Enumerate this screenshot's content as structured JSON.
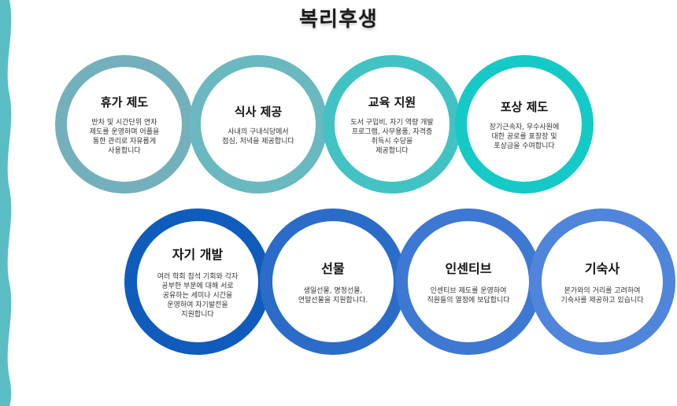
{
  "page": {
    "title": "복리후생"
  },
  "colors": {
    "wave": "#5bbdc4",
    "row1": [
      "#74b0bc",
      "#6ab8c0",
      "#43c2c4",
      "#15c9c6"
    ],
    "row2": [
      "#0f5cbd",
      "#2a6cc8",
      "#3d78d2",
      "#4f85da"
    ]
  },
  "benefits": [
    {
      "title": "휴가 제도",
      "lines": [
        "반차 및 시간단위 연차",
        "제도를 운영하며 어플을",
        "통한 관리로 자유롭게",
        "사용합니다"
      ]
    },
    {
      "title": "식사 제공",
      "lines": [
        "사내의 구내식당에서",
        "점심, 저녁을 제공합니다"
      ]
    },
    {
      "title": "교육 지원",
      "lines": [
        "도서 구입비, 자기 역량 개발",
        "프로그램, 사무용품, 자격증",
        "취득시 수당을",
        "제공합니다"
      ]
    },
    {
      "title": "포상 제도",
      "lines": [
        "장기근속자, 우수사원에",
        "대한 공로를 표창장 및",
        "포상금을 수여합니다"
      ]
    },
    {
      "title": "자기 개발",
      "lines": [
        "여러 학회 참석 기회와 각자",
        "공부한 부분에 대해 서로",
        "공유하는 세미나 시간을",
        "운영하여 자기발전을",
        "지원합니다"
      ]
    },
    {
      "title": "선물",
      "lines": [
        "생일선물, 명정선물,",
        "연말선물을 지원합니다."
      ]
    },
    {
      "title": "인센티브",
      "lines": [
        "인센티브 제도를 운영하여",
        "직원들의 열정에 보답합니다"
      ]
    },
    {
      "title": "기숙사",
      "lines": [
        "본가와의 거리를 고려하여",
        "기숙사를 제공하고 있습니다"
      ]
    }
  ]
}
